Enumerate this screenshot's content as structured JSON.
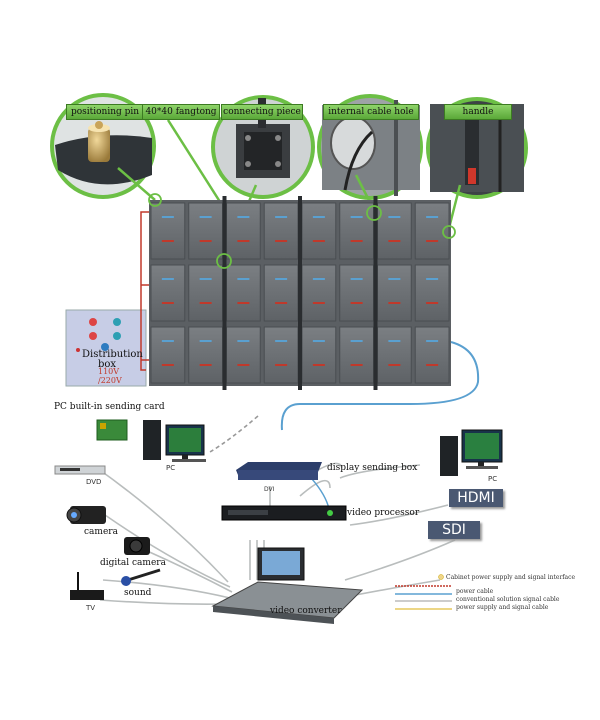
{
  "callouts": {
    "positioning_pin": "positioning pin",
    "fangtong": "40*40 fangtong",
    "connecting_piece": "connecting piece",
    "cable_hole": "internal cable hole",
    "handle": "handle"
  },
  "distribution_box": {
    "title_line1": "Distribution",
    "title_line2": "box",
    "voltage1": "110V",
    "voltage2": "/220V"
  },
  "devices": {
    "pc_sending_card": "PC built-in sending card",
    "pc_left": "PC",
    "pc_right": "PC",
    "dvd": "DVD",
    "camera": "camera",
    "digital_camera": "digital camera",
    "sound": "sound",
    "tv": "TV",
    "display_sending_box": "display sending box",
    "video_processor": "video processor",
    "video_converter": "video converter",
    "hdmi": "HDMI",
    "sdi": "SDI",
    "dvi": "DVI"
  },
  "legend": [
    "Cabinet power supply and signal interface",
    "power cable",
    "conventional solution signal cable",
    "power supply and signal cable"
  ],
  "colors": {
    "callout_green": "#6cbf45",
    "screen_gray": "#6f7377",
    "signal_blue": "#5aa0d0",
    "power_red": "#c0392b",
    "badge": "#4a5872"
  }
}
